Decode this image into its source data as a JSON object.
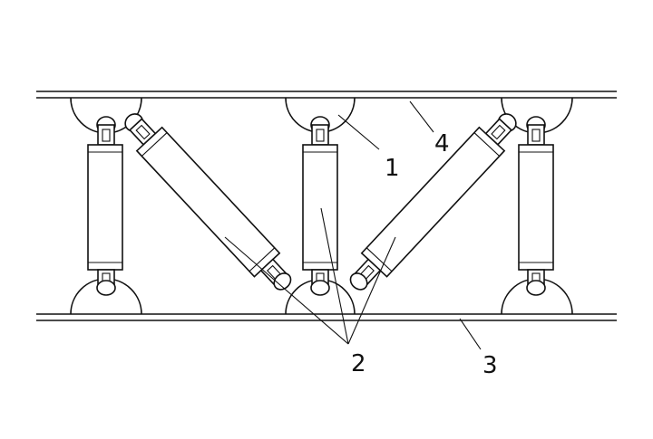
{
  "labels": {
    "hinge": "1",
    "actuators": "2",
    "lower_plate": "3",
    "upper_plate": "4"
  },
  "colors": {
    "ink": "#111111",
    "paper": "#ffffff"
  }
}
